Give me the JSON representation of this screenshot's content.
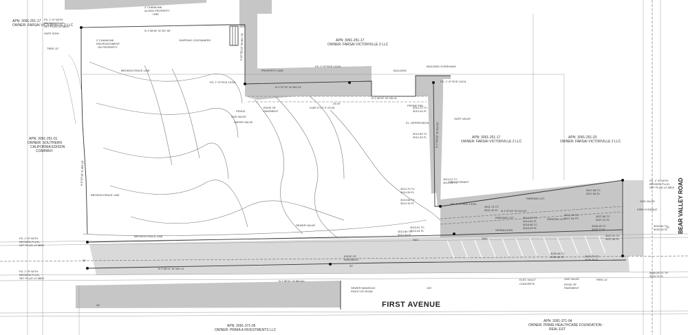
{
  "streets": {
    "first_avenue": "FIRST   AVENUE",
    "bear_valley_road": "BEAR VALLEY ROAD"
  },
  "parcels": [
    {
      "apn": "APN: 3091-251-17",
      "owner": "OWNER: FARSAI VICTORVILLE 2 LLC"
    },
    {
      "apn": "APN: 3091-251-17",
      "owner": "OWNER: FARSAI VICTORVILLE 2 LLC"
    },
    {
      "apn": "APN: 3091-251-01",
      "owner": "OWNER: SOUTHERN",
      "owner2": "CALIFORNIA EDISON",
      "owner3": "COMPANY"
    },
    {
      "apn": "APN: 3091-251-17",
      "owner": "OWNER: FARSAI VICTORVILLE 2 LLC"
    },
    {
      "apn": "APN: 3091-251-20",
      "owner": "OWNER: FARSAI VICTORVILLE 2 LLC"
    },
    {
      "apn": "APN: 3091-371-05",
      "owner": "OWNER: PRIMA A INVESTMENTS LLC"
    },
    {
      "apn": "APN: 3091-371-04",
      "owner": "OWNER: PRIME HEALTHCARE FOUNDATION -",
      "owner2": "REAL EST"
    }
  ],
  "bearings": {
    "b1": "N 1°45'46\" W 257.95'",
    "b2": "N 1°47'10\" W 160.13'",
    "b3": "N 1°44'20\" W 135.11'",
    "b4": "N 88°17'22\" E 23.00'",
    "b5": "N 1°47'43\" W 313.91'",
    "b6": "N 1°46'31\" W 863.61'",
    "b7": "N 1°45'11\" W 309.13'",
    "b8": "N 5°07'16\" E 463.18'",
    "b9": "S 87°56'13\" W 461.78'",
    "b10": "N 1°54'29\" W 314.91'"
  },
  "labels": {
    "fnd_pin_1": "FD. 1\" IP RCE 13191",
    "fnd_pin_2": "FD. 1\" IP RCE 13191",
    "fnd_pin_3": "FD. 1\" IP RCE 13191",
    "fnd_pin_4": "FD. 1\" IP RCE 13191",
    "fnd_pin_set_a": "FD. 1\" IP WITH",
    "fnd_pin_set_b": "BROKEN PLUG,",
    "fnd_pin_set_c": "SET PLUG LS 5803",
    "gate_sign": "GATE SIGN",
    "tree_a": "TREE-12\"",
    "tree_b": "TREE-11\"",
    "fence_along": "2' CHAINLINK",
    "fence_along2": "ALONG PROPERTY",
    "fence_along3": "LINE",
    "encroach1": "2' CHAINLINK",
    "encroach2": "ENCROACHMENT",
    "encroach3": "ON PROPERTY",
    "shipping": "SHIPPING CONTAINERS",
    "broken_fence": "BROKEN FENCE LINE",
    "broken_fence2": "BROKEN FENCE LINE",
    "broken_fence3": "BROKEN FENCE LINE",
    "property_line": "PROPERTY LINE",
    "building": "BUILDING",
    "building_overhang": "BUILDING OVERHANG",
    "fence": "FENCE",
    "gas_valve": "GAS VALVE",
    "gas_valve2": "GAS VALVE",
    "gas_valve3": "GAS VALVE",
    "edge_of_pavement": "EDGE OF",
    "edge_of_pavement2": "PAVEMENT",
    "edge_of_pavement3": "EDGE OF",
    "edge_of_pavement4": "PAVEMENT",
    "sewer_valve": "SEWER VALVE",
    "water_valve": "WATER VALVE",
    "fire_hydrant": "FIRE HYDRANT",
    "fire_hydrant2": "FIRE HYDRANT",
    "prone_pad": "PRONE PAD",
    "parking_lot": "PARKING LOT",
    "parking_lot2": "PARKING LOT",
    "parking_lot3": "PARKING LOT",
    "sprinkler": "SPRINKLERS",
    "concrete": "CONCRETE",
    "gate_valve": "GATE VALVE",
    "elec_vault": "ELEC VAULT",
    "sewer_manhole": "SEWER MANHOLE",
    "sewer_manhole2": "RIGHT-OF-ROAD",
    "edge_road": "EDGE OF",
    "edge_road2": "PAVEMENT",
    "depression": "EL. DEPRESSION",
    "sag": "SAG",
    "sag2": "SAG"
  },
  "elevations": [
    "3013.72 TC",
    "3013.24 FL",
    "3012.80 TC",
    "3012.33 FL",
    "3014.70 TC",
    "3014.26 FL",
    "3014.58 TC",
    "3014.15 FL",
    "3013.51 TC",
    "3013.04 FL",
    "3014.21 TC",
    "3014.34 FS",
    "3014.57 TC",
    "3014.50 FL",
    "3015.66 TC",
    "3015.29 FL",
    "3017.44 TC",
    "3017.34 FS",
    "3017.58 TC",
    "3017.08 FL",
    "3027.66 TC",
    "3027.21 FL",
    "3020.84 TC",
    "3020.28 FL",
    "3029.75 TC",
    "3029.28 FL",
    "3030.26 TC",
    "3029.74 FL",
    "3027.51 TC",
    "3027.06 FL",
    "3021.74 TC",
    "3021.40 FL",
    "3013.85 TC",
    "3013.34 FL",
    "3025.46 TC",
    "3025.08 FL",
    "3028.16 TC",
    "3028.73 FL"
  ],
  "dims": {
    "d1": "70'",
    "d2": "50'",
    "d3": "32'",
    "d4": "24.00'",
    "d5": "45'",
    "d6": "100'"
  }
}
